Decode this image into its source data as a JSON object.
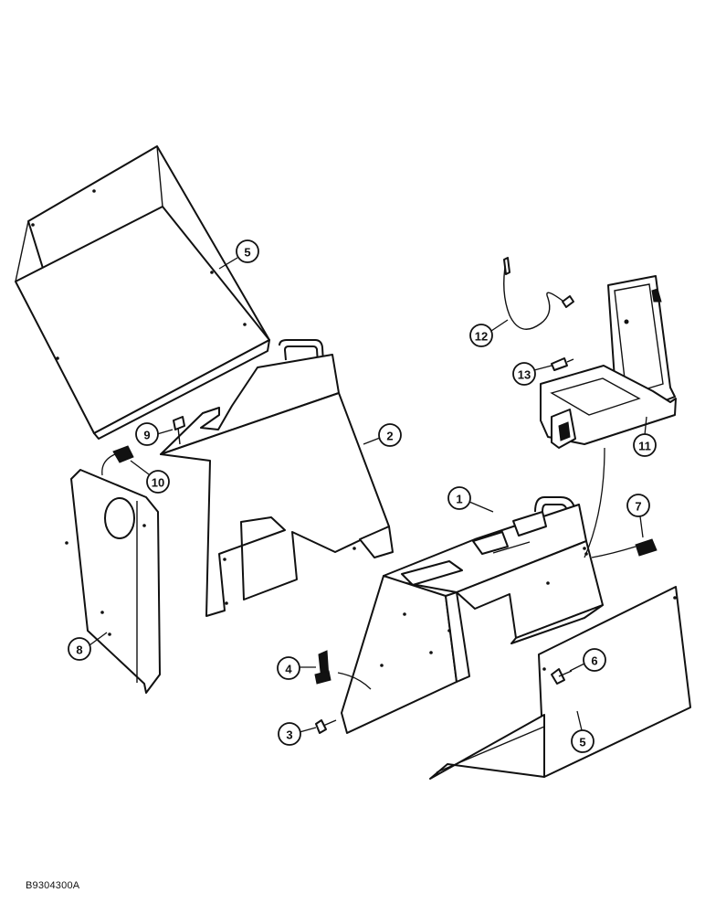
{
  "figure_id": "B9304300A",
  "callouts": [
    {
      "id": "c5-top",
      "label": "5"
    },
    {
      "id": "c2",
      "label": "2"
    },
    {
      "id": "c9",
      "label": "9"
    },
    {
      "id": "c10",
      "label": "10"
    },
    {
      "id": "c8",
      "label": "8"
    },
    {
      "id": "c12",
      "label": "12"
    },
    {
      "id": "c13",
      "label": "13"
    },
    {
      "id": "c11",
      "label": "11"
    },
    {
      "id": "c1",
      "label": "1"
    },
    {
      "id": "c7",
      "label": "7"
    },
    {
      "id": "c4",
      "label": "4"
    },
    {
      "id": "c6",
      "label": "6"
    },
    {
      "id": "c3",
      "label": "3"
    },
    {
      "id": "c5-bottom",
      "label": "5"
    }
  ]
}
